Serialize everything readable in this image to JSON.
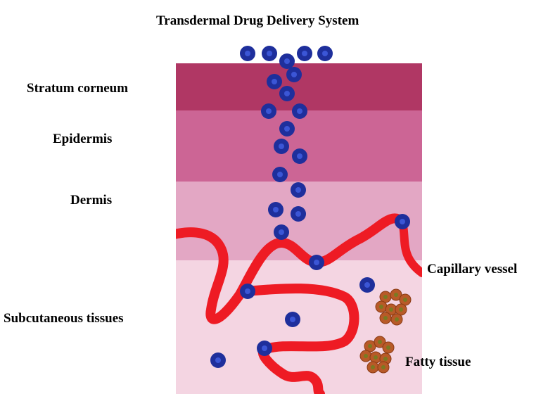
{
  "title": "Transdermal Drug Delivery System",
  "labels": {
    "stratum_corneum": "Stratum corneum",
    "epidermis": "Epidermis",
    "dermis": "Dermis",
    "capillary_vessel": "Capillary vessel",
    "subcutaneous_tissues": "Subcutaneous tissues",
    "fatty_tissue": "Fatty tissue"
  },
  "colors": {
    "stratum_corneum": "#b03764",
    "epidermis": "#cc6595",
    "dermis": "#e3a7c4",
    "subcutaneous": "#f4d5e2",
    "capillary": "#ee1b24",
    "drug_particle": "#1e2f9c",
    "drug_particle_core": "#3b56d6",
    "fat_cell": "#b85a28",
    "fat_cell_core": "#7a7a22"
  }
}
